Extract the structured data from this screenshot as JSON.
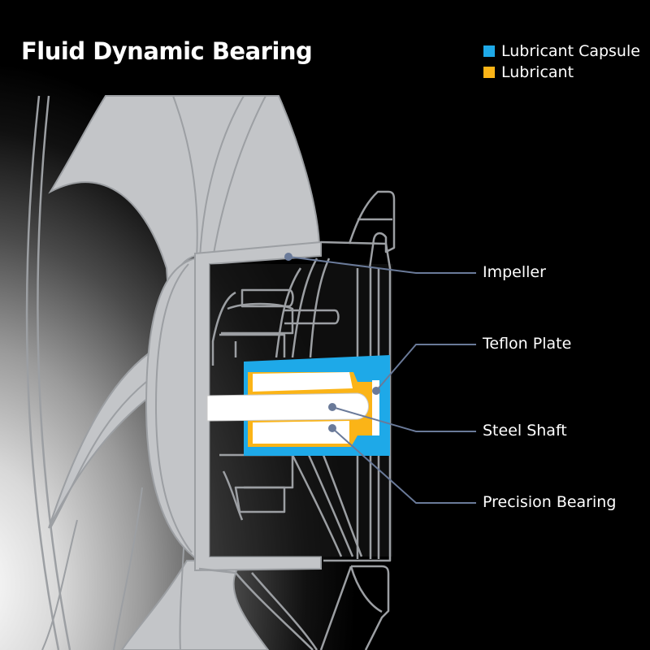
{
  "title": "Fluid Dynamic Bearing",
  "colors": {
    "lubricant_capsule": "#1ea9e8",
    "lubricant": "#fbb417",
    "outline": "#9c9fa3",
    "fan_fill": "#c3c5c8",
    "leader": "#6a7a99",
    "text": "#ffffff"
  },
  "legend": [
    {
      "label": "Lubricant Capsule",
      "color": "#1ea9e8"
    },
    {
      "label": "Lubricant",
      "color": "#fbb417"
    }
  ],
  "callouts": [
    {
      "label": "Impeller"
    },
    {
      "label": "Teflon Plate"
    },
    {
      "label": "Steel Shaft"
    },
    {
      "label": "Precision Bearing"
    }
  ]
}
